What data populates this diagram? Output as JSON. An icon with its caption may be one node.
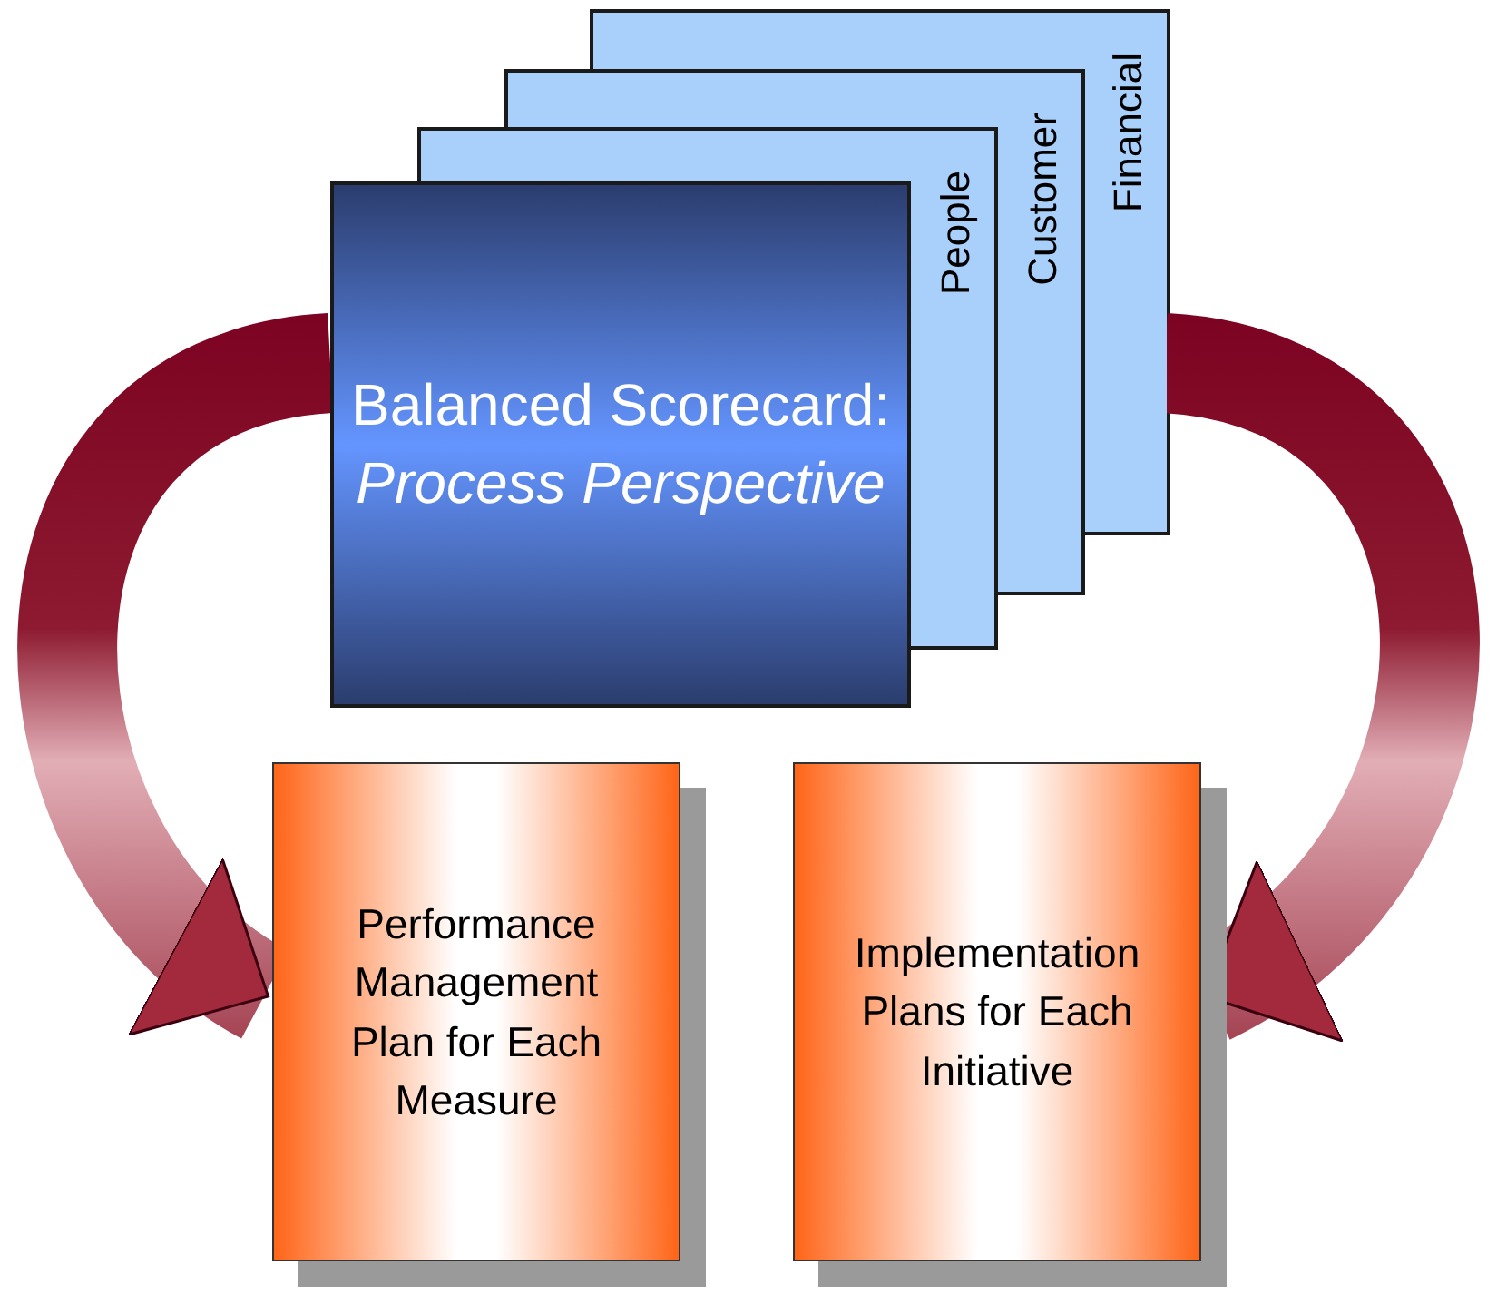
{
  "diagram": {
    "nodes": [
      {
        "text": [
          "Financial"
        ]
      },
      {
        "text": [
          "Customer"
        ]
      },
      {
        "text": [
          "People"
        ]
      },
      {
        "text": [
          "Balanced Scorecard:",
          "Process Perspective"
        ]
      },
      {
        "text": [
          "Performance Management Plan for Each Measure"
        ]
      },
      {
        "text": [
          "Implementation Plans for Each Initiative"
        ]
      }
    ],
    "edges": [
      {
        "from": 3,
        "to": 4,
        "arrow": "to"
      },
      {
        "from": 0,
        "to": 5,
        "arrow": "to"
      }
    ]
  }
}
